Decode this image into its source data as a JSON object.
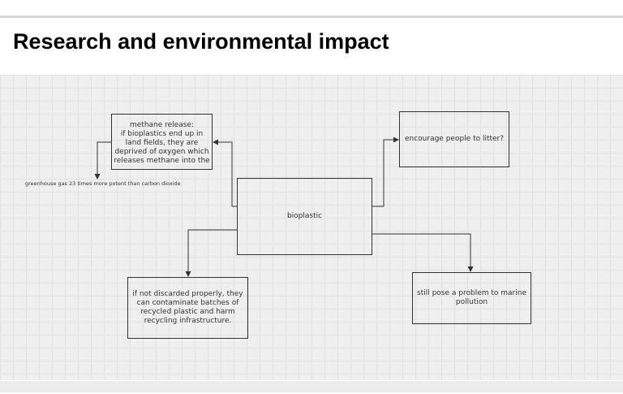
{
  "slide": {
    "title": "Research and environmental impact"
  },
  "diagram": {
    "nodes": {
      "methane": "methane release:\nif bioplastics end up in land fields, they are deprived of oxygen which releases methane into the",
      "bioplastic": "bioplastic",
      "litter": "encourage people to litter?",
      "discard": "if not discarded properly, they can contaminate batches of recycled plastic and harm recycling infrastructure.",
      "marine": "still pose a problem to marine pollution"
    },
    "free_text": "greenhouse gas 23 times more potent than carbon dioxide",
    "colors": {
      "stroke": "#333333",
      "board": "#efefef",
      "grid": "#e2e2e2"
    }
  }
}
